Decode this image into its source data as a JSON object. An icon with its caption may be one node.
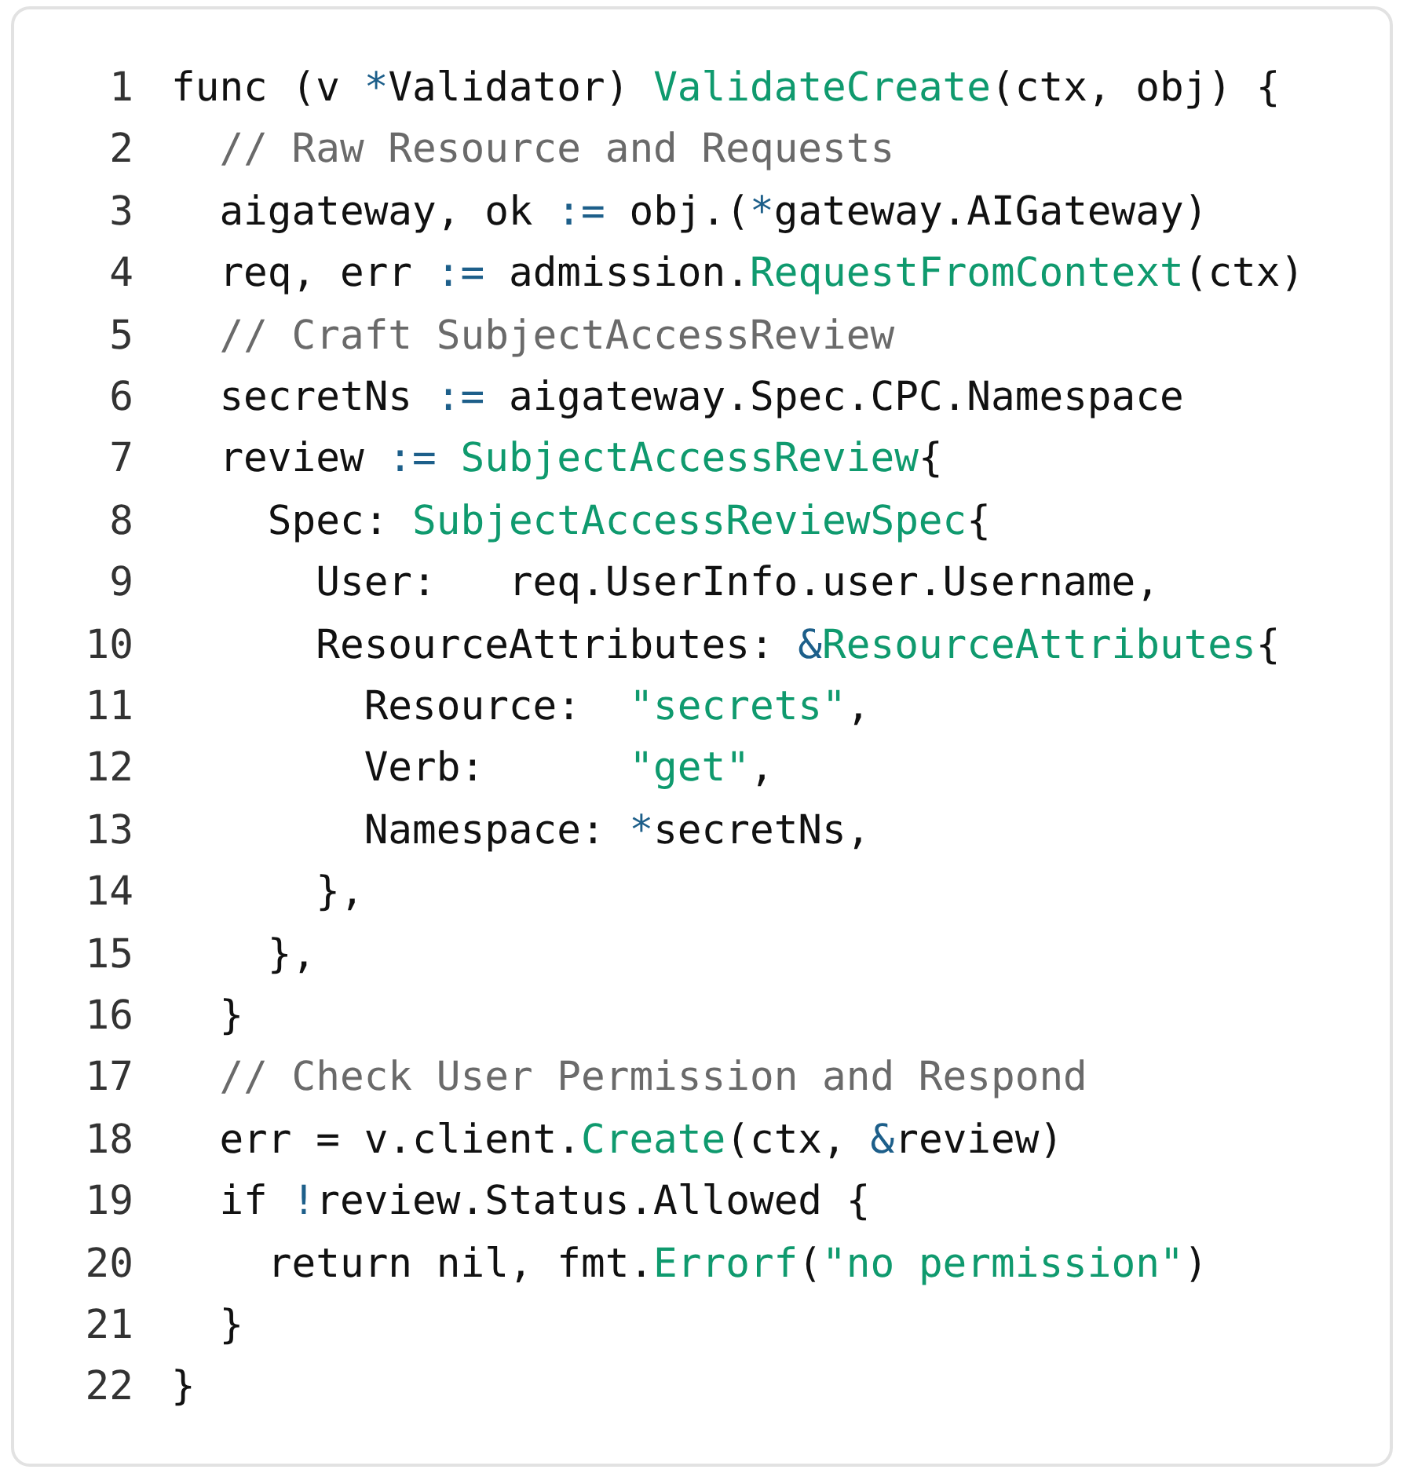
{
  "diagram": {
    "labels": [
      "1",
      "func (v *Validator) ValidateCreate(ctx, obj) {",
      "2",
      "  // Raw Resource and Requests",
      "3",
      "  aigateway, ok := obj.(*gateway.AIGateway)",
      "4",
      "  req, err := admission.RequestFromContext(ctx)",
      "5",
      "  // Craft SubjectAccessReview",
      "6",
      "  secretNs := aigateway.Spec.CPC.Namespace",
      "7",
      "  review := SubjectAccessReview{",
      "8",
      "    Spec: SubjectAccessReviewSpec{",
      "9",
      "      User:   req.UserInfo.user.Username,",
      "10",
      "      ResourceAttributes: &ResourceAttributes{",
      "11",
      "        Resource:  \"secrets\",",
      "12",
      "        Verb:      \"get\",",
      "13",
      "        Namespace: *secretNs,",
      "14",
      "      },",
      "15",
      "    },",
      "16",
      "  }",
      "17",
      "  // Check User Permission and Respond",
      "18",
      "  err = v.client.Create(ctx, &review)",
      "19",
      "  if !review.Status.Allowed {",
      "20",
      "    return nil, fmt.Errorf(\"no permission\")",
      "21",
      "  }",
      "22",
      "}"
    ]
  }
}
